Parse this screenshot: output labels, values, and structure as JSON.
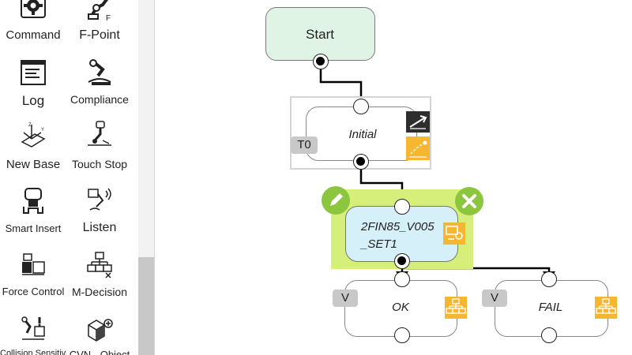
{
  "palette": {
    "items": [
      {
        "label": "Command",
        "icon": "gear-icon"
      },
      {
        "label": "F-Point",
        "icon": "f-point-robot-icon"
      },
      {
        "label": "Log",
        "icon": "log-document-icon"
      },
      {
        "label": "Compliance",
        "icon": "compliance-robot-icon"
      },
      {
        "label": "New Base",
        "icon": "new-base-axes-icon"
      },
      {
        "label": "Touch Stop",
        "icon": "touch-stop-robot-icon"
      },
      {
        "label": "Smart Insert",
        "icon": "smart-insert-gripper-icon"
      },
      {
        "label": "Listen",
        "icon": "listen-signal-icon"
      },
      {
        "label": "Force Control",
        "icon": "force-control-icon"
      },
      {
        "label": "M-Decision",
        "icon": "m-decision-tree-icon"
      },
      {
        "label": "Collision Sensitivity",
        "icon": "collision-icon"
      },
      {
        "label": "CVN - Object",
        "icon": "cube-add-icon"
      }
    ]
  },
  "flow": {
    "start": {
      "label": "Start"
    },
    "initial": {
      "label": "Initial",
      "tag": "T0"
    },
    "selected": {
      "label_line1": "2FIN85_V005",
      "label_line2": "_SET1",
      "edit_icon": "pencil-icon",
      "delete_icon": "close-icon"
    },
    "branches": [
      {
        "label": "OK",
        "tag": "V"
      },
      {
        "label": "FAIL",
        "tag": "V"
      }
    ]
  },
  "colors": {
    "start_fill": "#e0f4e6",
    "selected_frame": "#d6ef7a",
    "selected_fill": "#d5f0f8",
    "action_green": "#8cc63f",
    "badge_orange": "#f5b731",
    "badge_dark": "#2e2e2e"
  }
}
